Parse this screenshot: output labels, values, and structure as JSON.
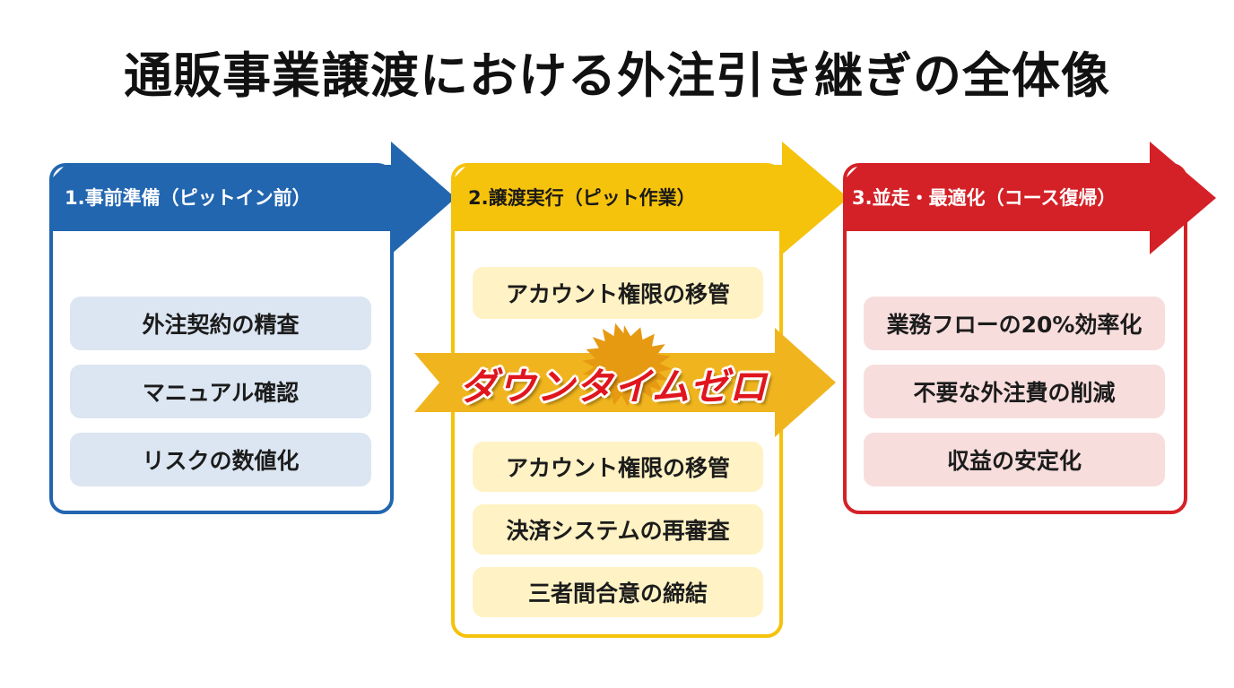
{
  "title": "通販事業譲渡における外注引き継ぎの全体像",
  "colors": {
    "blue": "#2266b0",
    "yellow": "#f5c20c",
    "red": "#d42127"
  },
  "stages": [
    {
      "label": "1.事前準備（ピットイン前）",
      "color": "#2266b0",
      "items": [
        "外注契約の精査",
        "マニュアル確認",
        "リスクの数値化"
      ]
    },
    {
      "label": "2.譲渡実行（ピット作業）",
      "color": "#f5c20c",
      "items": [
        "アカウント権限の移管",
        "アカウント権限の移管",
        "決済システムの再審査",
        "三者間合意の締結"
      ]
    },
    {
      "label": "3.並走・最適化（コース復帰）",
      "color": "#d42127",
      "items": [
        "業務フローの20%効率化",
        "不要な外注費の削減",
        "収益の安定化"
      ]
    }
  ],
  "banner": {
    "text": "ダウンタイムゼロ",
    "icon": "starburst-icon"
  }
}
